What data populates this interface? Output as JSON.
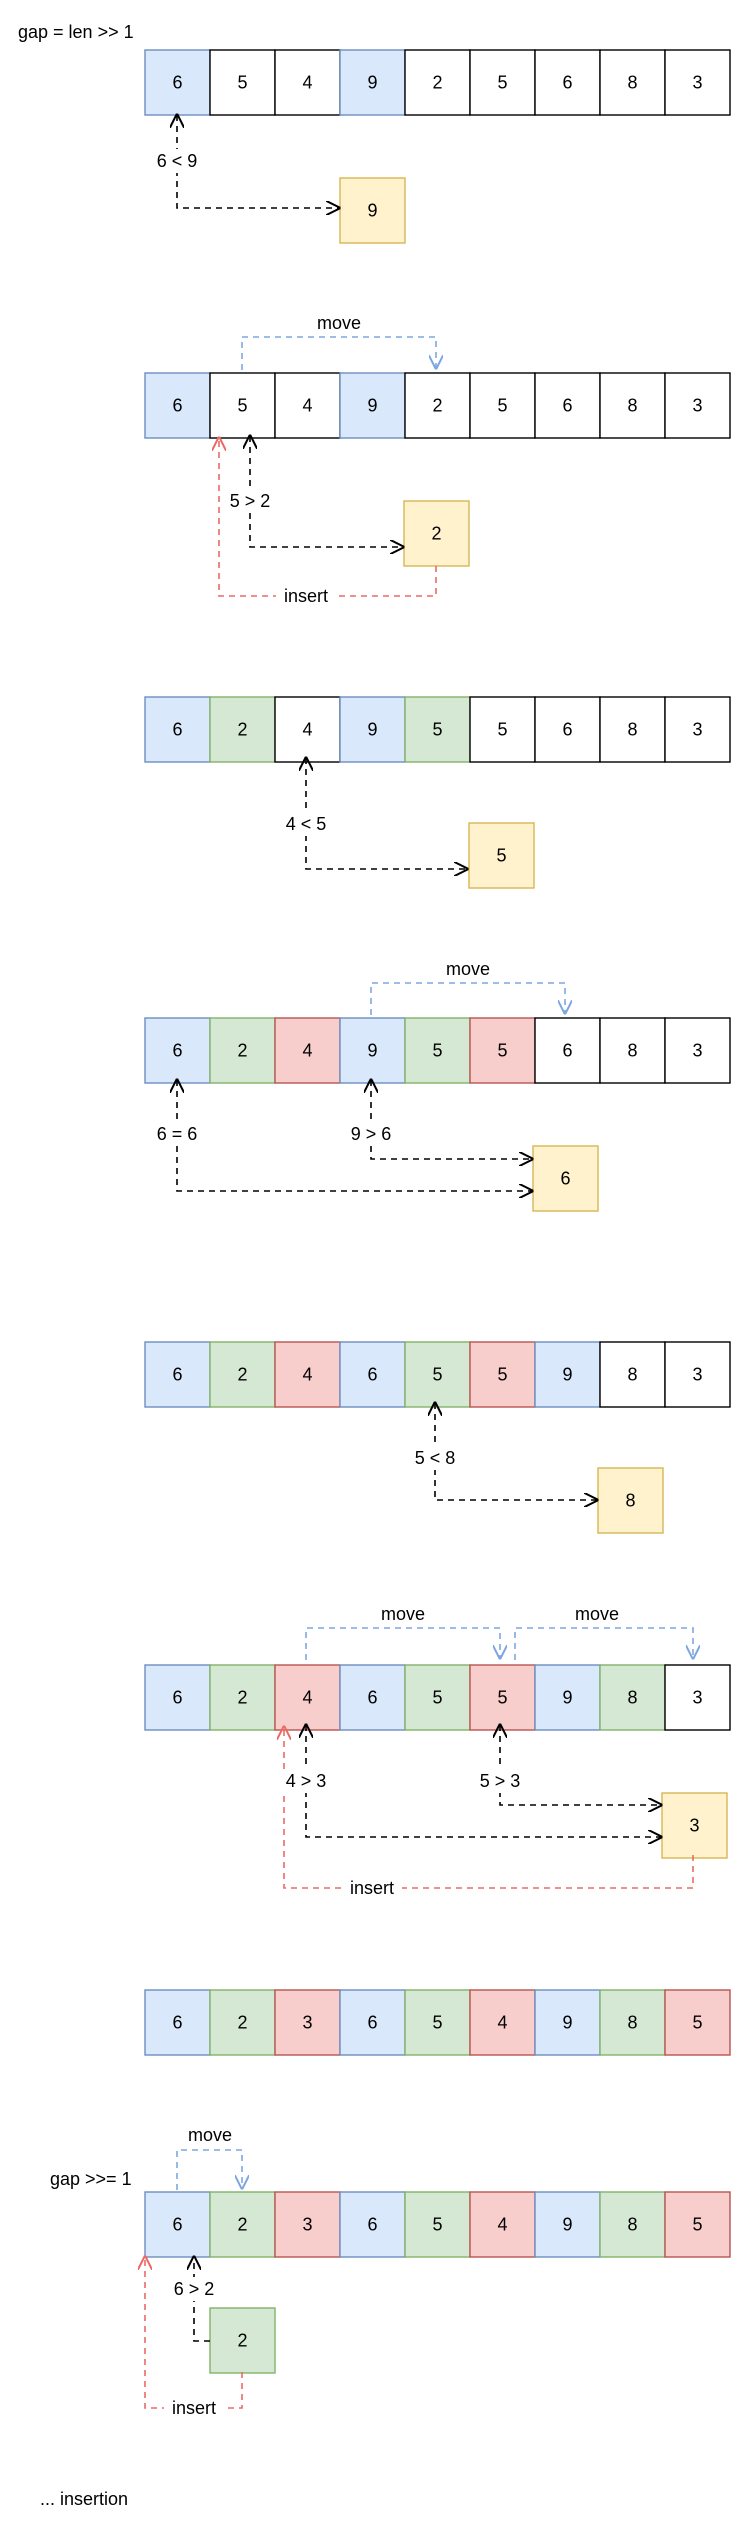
{
  "header": {
    "gap_label": "gap = len >> 1"
  },
  "colors": {
    "blue": {
      "fill": "#dae8fc",
      "stroke": "#6c8ebf"
    },
    "green": {
      "fill": "#d5e8d4",
      "stroke": "#82b366"
    },
    "red": {
      "fill": "#f8cecc",
      "stroke": "#b85450"
    },
    "yellow": {
      "fill": "#fff2cc",
      "stroke": "#d6b656"
    },
    "white": {
      "fill": "#ffffff",
      "stroke": "#000000"
    },
    "move_arrow": "#7ea6e0",
    "insert_arrow": "#ea6b66",
    "compare_arrow": "#000000"
  },
  "steps": [
    {
      "id": "step-1",
      "array": [
        {
          "v": "6",
          "c": "blue"
        },
        {
          "v": "5",
          "c": "white"
        },
        {
          "v": "4",
          "c": "white"
        },
        {
          "v": "9",
          "c": "blue"
        },
        {
          "v": "2",
          "c": "white"
        },
        {
          "v": "5",
          "c": "white"
        },
        {
          "v": "6",
          "c": "white"
        },
        {
          "v": "8",
          "c": "white"
        },
        {
          "v": "3",
          "c": "white"
        }
      ],
      "temp": {
        "v": "9",
        "c": "yellow"
      },
      "comparisons": [
        "6 < 9"
      ],
      "move_labels": [],
      "insert_label": ""
    },
    {
      "id": "step-2",
      "array": [
        {
          "v": "6",
          "c": "blue"
        },
        {
          "v": "5",
          "c": "white"
        },
        {
          "v": "4",
          "c": "white"
        },
        {
          "v": "9",
          "c": "blue"
        },
        {
          "v": "2",
          "c": "white"
        },
        {
          "v": "5",
          "c": "white"
        },
        {
          "v": "6",
          "c": "white"
        },
        {
          "v": "8",
          "c": "white"
        },
        {
          "v": "3",
          "c": "white"
        }
      ],
      "temp": {
        "v": "2",
        "c": "yellow"
      },
      "comparisons": [
        "5 > 2"
      ],
      "move_labels": [
        "move"
      ],
      "insert_label": "insert"
    },
    {
      "id": "step-3",
      "array": [
        {
          "v": "6",
          "c": "blue"
        },
        {
          "v": "2",
          "c": "green"
        },
        {
          "v": "4",
          "c": "white"
        },
        {
          "v": "9",
          "c": "blue"
        },
        {
          "v": "5",
          "c": "green"
        },
        {
          "v": "5",
          "c": "white"
        },
        {
          "v": "6",
          "c": "white"
        },
        {
          "v": "8",
          "c": "white"
        },
        {
          "v": "3",
          "c": "white"
        }
      ],
      "temp": {
        "v": "5",
        "c": "yellow"
      },
      "comparisons": [
        "4 < 5"
      ],
      "move_labels": [],
      "insert_label": ""
    },
    {
      "id": "step-4",
      "array": [
        {
          "v": "6",
          "c": "blue"
        },
        {
          "v": "2",
          "c": "green"
        },
        {
          "v": "4",
          "c": "red"
        },
        {
          "v": "9",
          "c": "blue"
        },
        {
          "v": "5",
          "c": "green"
        },
        {
          "v": "5",
          "c": "red"
        },
        {
          "v": "6",
          "c": "white"
        },
        {
          "v": "8",
          "c": "white"
        },
        {
          "v": "3",
          "c": "white"
        }
      ],
      "temp": {
        "v": "6",
        "c": "yellow"
      },
      "comparisons": [
        "6 = 6",
        "9 > 6"
      ],
      "move_labels": [
        "move"
      ],
      "insert_label": ""
    },
    {
      "id": "step-5",
      "array": [
        {
          "v": "6",
          "c": "blue"
        },
        {
          "v": "2",
          "c": "green"
        },
        {
          "v": "4",
          "c": "red"
        },
        {
          "v": "6",
          "c": "blue"
        },
        {
          "v": "5",
          "c": "green"
        },
        {
          "v": "5",
          "c": "red"
        },
        {
          "v": "9",
          "c": "blue"
        },
        {
          "v": "8",
          "c": "white"
        },
        {
          "v": "3",
          "c": "white"
        }
      ],
      "temp": {
        "v": "8",
        "c": "yellow"
      },
      "comparisons": [
        "5 < 8"
      ],
      "move_labels": [],
      "insert_label": ""
    },
    {
      "id": "step-6",
      "array": [
        {
          "v": "6",
          "c": "blue"
        },
        {
          "v": "2",
          "c": "green"
        },
        {
          "v": "4",
          "c": "red"
        },
        {
          "v": "6",
          "c": "blue"
        },
        {
          "v": "5",
          "c": "green"
        },
        {
          "v": "5",
          "c": "red"
        },
        {
          "v": "9",
          "c": "blue"
        },
        {
          "v": "8",
          "c": "green"
        },
        {
          "v": "3",
          "c": "white"
        }
      ],
      "temp": {
        "v": "3",
        "c": "yellow"
      },
      "comparisons": [
        "4 > 3",
        "5 > 3"
      ],
      "move_labels": [
        "move",
        "move"
      ],
      "insert_label": "insert"
    },
    {
      "id": "step-7",
      "array": [
        {
          "v": "6",
          "c": "blue"
        },
        {
          "v": "2",
          "c": "green"
        },
        {
          "v": "3",
          "c": "red"
        },
        {
          "v": "6",
          "c": "blue"
        },
        {
          "v": "5",
          "c": "green"
        },
        {
          "v": "4",
          "c": "red"
        },
        {
          "v": "9",
          "c": "blue"
        },
        {
          "v": "8",
          "c": "green"
        },
        {
          "v": "5",
          "c": "red"
        }
      ],
      "temp": null,
      "comparisons": [],
      "move_labels": [],
      "insert_label": ""
    },
    {
      "id": "step-8",
      "array": [
        {
          "v": "6",
          "c": "blue"
        },
        {
          "v": "2",
          "c": "green"
        },
        {
          "v": "3",
          "c": "red"
        },
        {
          "v": "6",
          "c": "blue"
        },
        {
          "v": "5",
          "c": "green"
        },
        {
          "v": "4",
          "c": "red"
        },
        {
          "v": "9",
          "c": "blue"
        },
        {
          "v": "8",
          "c": "green"
        },
        {
          "v": "5",
          "c": "red"
        }
      ],
      "temp": {
        "v": "2",
        "c": "green"
      },
      "comparisons": [
        "6 > 2"
      ],
      "move_labels": [
        "move"
      ],
      "insert_label": "insert"
    }
  ],
  "second_gap_label": "gap  >>= 1",
  "footer": {
    "label": "... insertion"
  }
}
